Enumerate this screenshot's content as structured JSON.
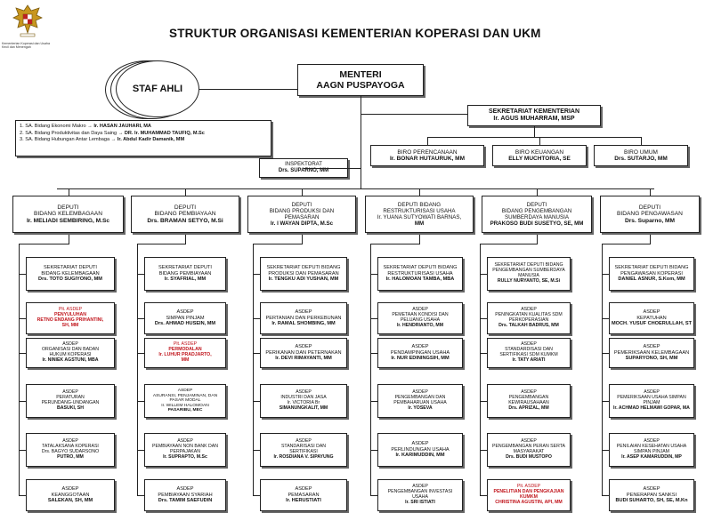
{
  "header": {
    "title": "STRUKTUR ORGANISASI KEMENTERIAN KOPERASI DAN UKM",
    "logo_caption": "Kementerian Koperasi dan Usaha Kecil dan Menengah"
  },
  "staf_ahli": {
    "label": "STAF AHLI",
    "items": [
      {
        "text": "1. SA. Bidang Ekonomi Makro",
        "name": "Ir. HASAN JAUHARI, MA"
      },
      {
        "text": "2. SA. Bidang Produktivitas dan Daya Saing",
        "name": "DR. Ir. MUHAMMAD TAUFIQ, M.Sc"
      },
      {
        "text": "3. SA. Bidang Hubungan Antar Lembaga",
        "name": "Ir. Abdul Kadir Damanik, MM"
      }
    ]
  },
  "menteri": {
    "title": "MENTERI",
    "name": "AAGN PUSPAYOGA"
  },
  "sekretariat": {
    "title": "SEKRETARIAT KEMENTERIAN",
    "name": "Ir. AGUS MUHARRAM, MSP"
  },
  "biro": [
    {
      "title": "BIRO PERENCANAAN",
      "name": "Ir. BONAR HUTAURUK, MM"
    },
    {
      "title": "BIRO KEUANGAN",
      "name": "ELLY MUCHTORIA, SE"
    },
    {
      "title": "BIRO UMUM",
      "name": "Drs. SUTARJO, MM"
    }
  ],
  "inspektorat": {
    "title": "INSPEKTORAT",
    "name": "Drs. SUPARNO, MM"
  },
  "deputies": [
    {
      "lines": [
        "DEPUTI",
        "BIDANG KELEMBAGAAN",
        "Ir. MELIADI SEMBIRING, M.Sc"
      ],
      "units": [
        {
          "lines": [
            "SEKRETARIAT DEPUTI",
            "BIDANG KELEMBAGAAN",
            "Drs. TOTO SUGIYONO, MM"
          ]
        },
        {
          "lines": [
            "Plt. ASDEP",
            "PENYULUHAN",
            "RETNO ENDANG PRIHANTINI,",
            "SH, MM"
          ],
          "red": true
        },
        {
          "lines": [
            "ASDEP",
            "ORGANISASI DAN BADAN",
            "HUKUM KOPERASI",
            "Ir. NINIEK AGSTUNI, MBA"
          ]
        },
        {
          "lines": [
            "ASDEP",
            "PERATURAN",
            "PERUNDANG-UNDANGAN",
            "BASUKI, SH"
          ]
        },
        {
          "lines": [
            "ASDEP",
            "TATALAKSANA KOPERASI",
            "Drs. BAGYO SUDARSONO",
            "PUTRO, MM"
          ]
        },
        {
          "lines": [
            "ASDEP",
            "KEANGGOTAAN",
            "SALEKAN, SH, MM"
          ]
        }
      ]
    },
    {
      "lines": [
        "DEPUTI",
        "BIDANG PEMBIAYAAN",
        "Drs. BRAMAN SETYO, M.Si"
      ],
      "units": [
        {
          "lines": [
            "SEKRETARIAT DEPUTI",
            "BIDANG PEMBIAYAAN",
            "Ir. SYAFRIAL, MM"
          ]
        },
        {
          "lines": [
            "ASDEP",
            "SIMPAN PINJAM",
            "Drs. AHMAD HUSEIN, MM"
          ]
        },
        {
          "lines": [
            "Plt. ASDEP",
            "PERMODALAN",
            "Ir. LUHUR PRADJARTO,",
            "MM"
          ],
          "red": true
        },
        {
          "lines": [
            "ASDEP",
            "ASURANSI, PENJAMINAN, DAN",
            "PASAR MODAL",
            "Ir. WILLEM HALOMOAN",
            "PASARIBU, MEC"
          ]
        },
        {
          "lines": [
            "ASDEP",
            "PEMBIAYAAN NON BANK DAN",
            "PERPAJAKAN",
            "Ir. SUPRAPTO, M.Sc"
          ]
        },
        {
          "lines": [
            "ASDEP",
            "PEMBIAYAAN SYARIAH",
            "Drs. TAMIM SAEFUDIN"
          ]
        }
      ]
    },
    {
      "lines": [
        "DEPUTI",
        "BIDANG PRODUKSI DAN",
        "PEMASARAN",
        "Ir. I WAYAN DIPTA, M.Sc"
      ],
      "units": [
        {
          "lines": [
            "SEKRETARIAT DEPUTI BIDANG",
            "PRODUKSI DAN PEMASARAN",
            "Ir. TENGKU ADI YUSHAN, MM"
          ]
        },
        {
          "lines": [
            "ASDEP",
            "PERTANIAN DAN PERKEBUNAN",
            "Ir. RAMAL SHOMBING, MM"
          ]
        },
        {
          "lines": [
            "ASDEP",
            "PERIKANAN DAN PETERNAKAN",
            "Ir. DEVI RIMAYANTI, MM"
          ]
        },
        {
          "lines": [
            "ASDEP",
            "INDUSTRI DAN JASA",
            "Ir. VICTORIA Br",
            "SIMANUNGKALIT, MM"
          ]
        },
        {
          "lines": [
            "ASDEP",
            "STANDARISASI DAN",
            "SERTIFIKASI",
            "Ir. ROSDIANA V. SIPAYUNG"
          ]
        },
        {
          "lines": [
            "ASDEP",
            "PEMASARAN",
            "Ir. HERUSTIATI"
          ]
        }
      ]
    },
    {
      "lines": [
        "DEPUTI BIDANG",
        "RESTRUKTURISASI USAHA",
        "Ir. YUANA SUTYOWATI BARNAS,",
        "MM"
      ],
      "units": [
        {
          "lines": [
            "SEKRETARIAT DEPUTI BIDANG",
            "RESTRUKTURISASI USAHA",
            "Ir. HALOMOAN TAMBA, MBA"
          ]
        },
        {
          "lines": [
            "ASDEP",
            "PEMETAAN KONDISI DAN",
            "PELUANG USAHA",
            "Ir. HENDRIANTO, MM"
          ]
        },
        {
          "lines": [
            "ASDEP",
            "PENDAMPINGAN USAHA",
            "Ir. NUR EDININGSIH, MM"
          ]
        },
        {
          "lines": [
            "ASDEP",
            "PENGEMBANGAN DAN",
            "PEMBAHARUAN USAHA",
            "Ir. YOSEVA"
          ]
        },
        {
          "lines": [
            "ASDEP",
            "PERLINDUNGAN USAHA",
            "Ir. KARIMUDDIN, MM"
          ]
        },
        {
          "lines": [
            "ASDEP",
            "PENGEMBANGAN INVESTASI",
            "USAHA",
            "Ir. SRI ISTIATI"
          ]
        }
      ]
    },
    {
      "lines": [
        "DEPUTI",
        "BIDANG PENGEMBANGAN",
        "SUMBERDAYA MANUSIA",
        "PRAKOSO BUDI SUSETYO, SE, MM"
      ],
      "units": [
        {
          "lines": [
            "SEKRETARIAT DEPUTI BIDANG",
            "PENGEMBANGAN SUMBERDAYA",
            "MANUSIA",
            "RULLY NURYANTO, SE, M.Si"
          ]
        },
        {
          "lines": [
            "ASDEP",
            "PENINGKATAN KUALITAS SDM",
            "PERKOPERASIAN",
            "Drs. TALKAH BADRUS, MM"
          ]
        },
        {
          "lines": [
            "ASDEP",
            "STANDARDISASI DAN",
            "SERTIFIKASI SDM KUMKM",
            "Ir. TATY ARIATI"
          ]
        },
        {
          "lines": [
            "ASDEP",
            "PENGEMBANGAN",
            "KEWIRAUSAHAAN",
            "Drs. APRIZAL, MM"
          ]
        },
        {
          "lines": [
            "ASDEP",
            "PENGEMBANGAN PERAN SERTA",
            "MASYARAKAT",
            "Drs. BUDI MUSTOPO"
          ]
        },
        {
          "lines": [
            "Plt. ASDEP",
            "PENELITIAN DAN PENGKAJIAN",
            "KUMKM",
            "CHRISTINA AGUSTIN, API, MM"
          ],
          "red": true
        }
      ]
    },
    {
      "lines": [
        "DEPUTI",
        "BIDANG PENGAWASAN",
        "Drs. Suparno, MM"
      ],
      "units": [
        {
          "lines": [
            "SEKRETARIAT DEPUTI BIDANG",
            "PENGAWASAN KOPERASI",
            "DANIEL ASNUR, S.Kom, MM"
          ]
        },
        {
          "lines": [
            "ASDEP",
            "KEPATUHAN",
            "MOCH. YUSUF CHOERULLAH, ST"
          ]
        },
        {
          "lines": [
            "ASDEP",
            "PEMERIKSAAN KELEMBAGAAN",
            "SUPARYONO, SH, MM"
          ]
        },
        {
          "lines": [
            "ASDEP",
            "PEMERIKSAAN USAHA SIMPAN",
            "PINJAM",
            "Ir. ACHMAD HELMAWI GOPAR, MA"
          ]
        },
        {
          "lines": [
            "ASDEP",
            "PENILAIAN KESEHATAN USAHA",
            "SIMPAN PINJAM",
            "Ir. ASEP KAMARUDDIN, MP"
          ]
        },
        {
          "lines": [
            "ASDEP",
            "PENERAPAN SANKSI",
            "BUDI SUHARTO, SH, SE, M.Kn"
          ]
        }
      ]
    }
  ]
}
